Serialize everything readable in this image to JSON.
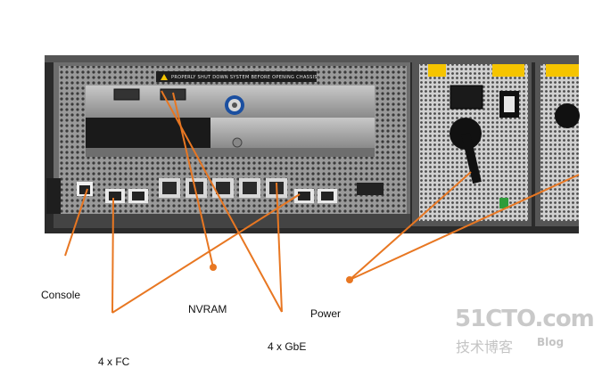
{
  "labels": {
    "console": "Console",
    "fc": "4 x FC",
    "nvram": "NVRAM",
    "gbe": "4 x GbE",
    "power": "Power"
  },
  "chassis": {
    "warning_text": "PROPERLY SHUT DOWN SYSTEM BEFORE OPENING CHASSIS."
  },
  "watermark": {
    "site": "51CTO.com",
    "tagline": "技术博客",
    "blog": "Blog"
  },
  "colors": {
    "callout": "#e87722",
    "chassis": "#2c2c2c",
    "panel_gray": "#a8a8a8",
    "port_blue": "#2a6fb0"
  }
}
